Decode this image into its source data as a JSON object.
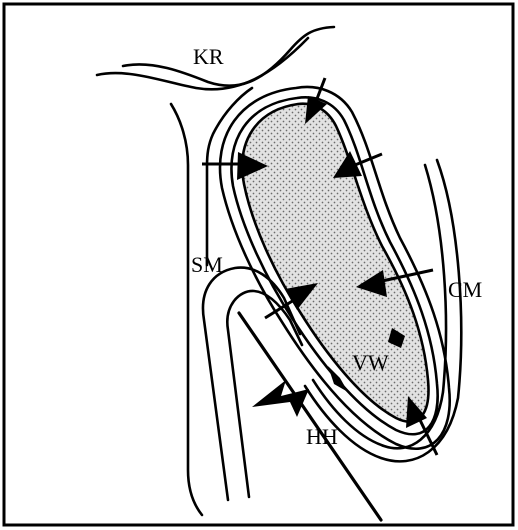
{
  "diagram": {
    "labels": {
      "kr": "KR",
      "sm": "SM",
      "cm": "CM",
      "vw": "VW",
      "hh": "HH"
    }
  }
}
